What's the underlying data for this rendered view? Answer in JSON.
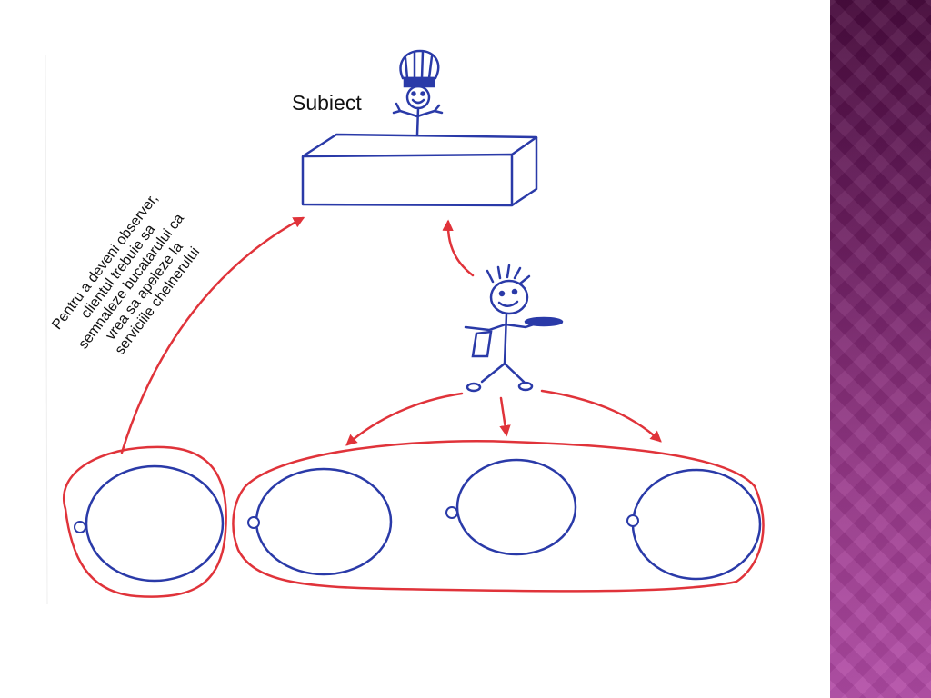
{
  "slide": {
    "subject_label": "Subiect",
    "note_lines": [
      "Pentru a deveni observer,",
      "clientul trebuie sa",
      "semnaleze bucatarului ca",
      "vrea sa apeleze la",
      "serviciile chelnerului"
    ]
  },
  "colors": {
    "ink_blue": "#2a3aa8",
    "ink_red": "#e0333a",
    "side_band": "#7a2a6e"
  },
  "icons": [
    "chef-figure-icon",
    "waiter-figure-icon"
  ]
}
